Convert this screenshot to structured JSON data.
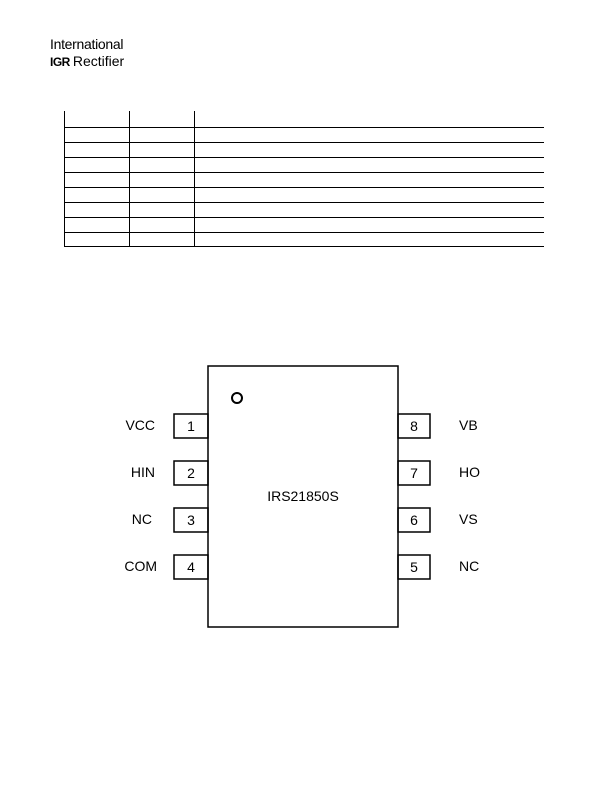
{
  "header": {
    "brand_line1": "International",
    "brand_mark": "IGR",
    "brand_line2": "Rectifier"
  },
  "pinout": {
    "part_number": "IRS21850S",
    "pins": [
      {
        "number": "1",
        "name": "VCC"
      },
      {
        "number": "2",
        "name": "HIN"
      },
      {
        "number": "3",
        "name": "NC"
      },
      {
        "number": "4",
        "name": "COM"
      },
      {
        "number": "5",
        "name": "NC"
      },
      {
        "number": "6",
        "name": "VS"
      },
      {
        "number": "7",
        "name": "HO"
      },
      {
        "number": "8",
        "name": "VB"
      }
    ]
  }
}
